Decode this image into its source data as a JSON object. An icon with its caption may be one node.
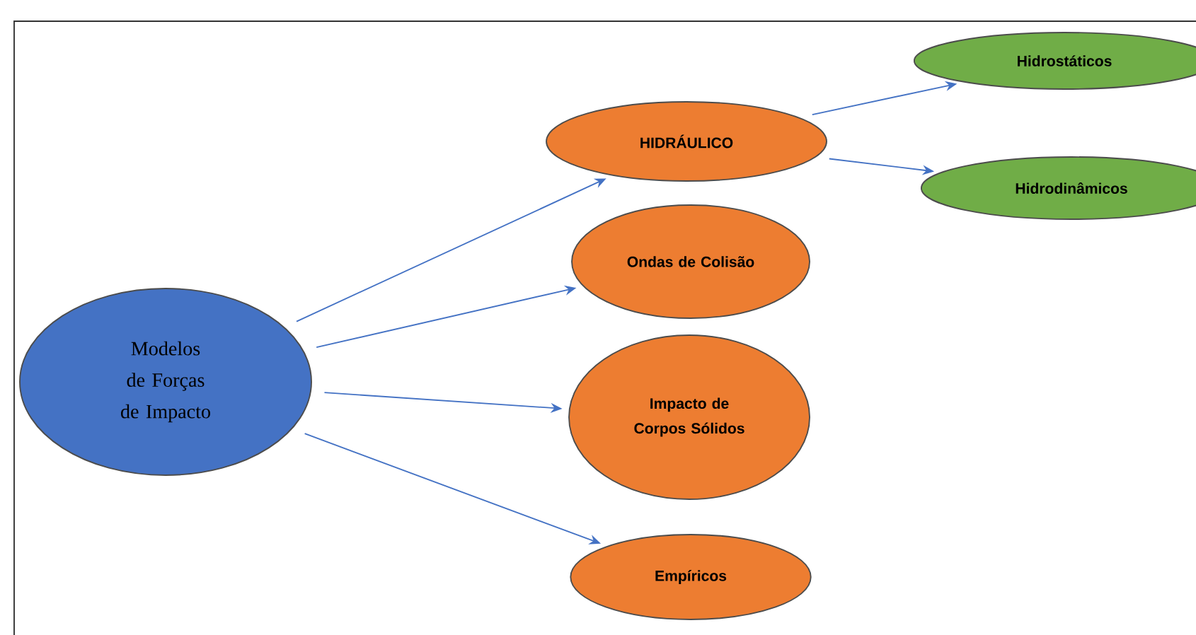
{
  "diagram": {
    "nodes": [
      {
        "text": [
          "Modelos de Forças de Impacto"
        ]
      },
      {
        "text": [
          "HIDRÁULICO"
        ]
      },
      {
        "text": [
          "Ondas de Colisão"
        ]
      },
      {
        "text": [
          "Impacto de Corpos Sólidos"
        ]
      },
      {
        "text": [
          "Empíricos"
        ]
      },
      {
        "text": [
          "Hidrostáticos"
        ]
      },
      {
        "text": [
          "Hidrodinâmicos"
        ]
      }
    ],
    "edges": [
      {
        "from": 0,
        "to": 1,
        "arrow": "to"
      },
      {
        "from": 0,
        "to": 2,
        "arrow": "to"
      },
      {
        "from": 0,
        "to": 3,
        "arrow": "to"
      },
      {
        "from": 0,
        "to": 4,
        "arrow": "to"
      },
      {
        "from": 1,
        "to": 5,
        "arrow": "to"
      },
      {
        "from": 1,
        "to": 6,
        "arrow": "to"
      }
    ]
  }
}
